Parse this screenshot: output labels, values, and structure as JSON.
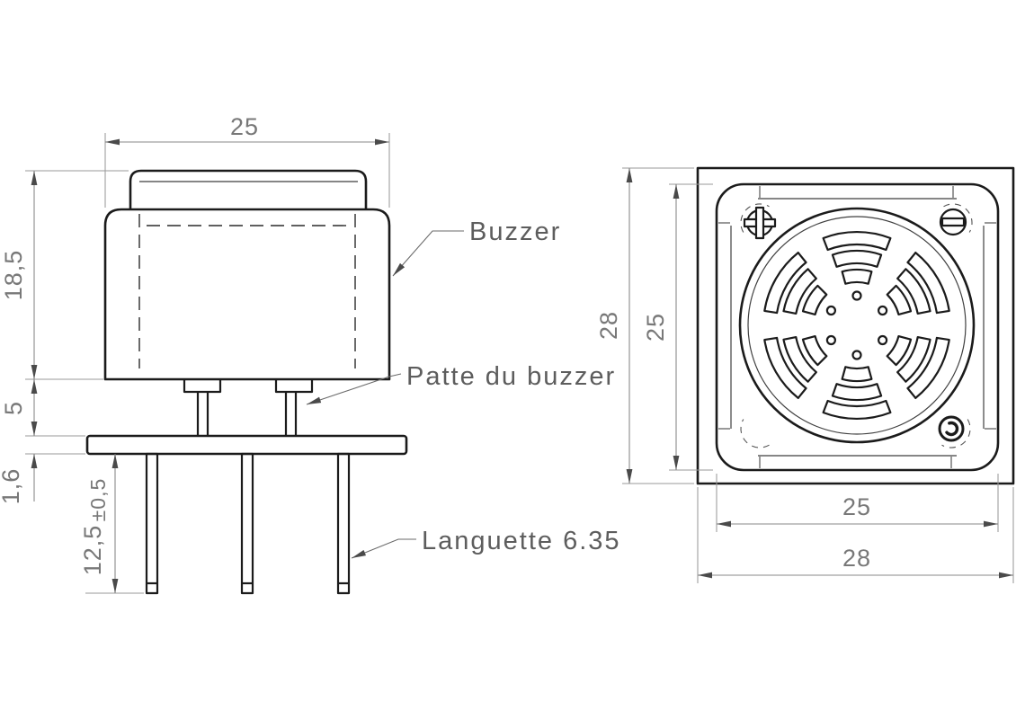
{
  "drawing": {
    "title": "Buzzer technical drawing, side view and front view",
    "background_color": "#ffffff",
    "outline_color": "#1b1b1b",
    "dimension_color": "#8a8a8a",
    "label_color": "#5d5d5d",
    "side_view": {
      "dimensions": {
        "body_width": "25",
        "body_height": "18,5",
        "leg_height": "5",
        "pcb_thickness": "1,6",
        "tab_length": "12,5",
        "tab_tolerance": "±0,5"
      },
      "labels": {
        "buzzer": "Buzzer",
        "buzzer_leg": "Patte du buzzer",
        "tab": "Languette 6.35"
      }
    },
    "front_view": {
      "dimensions": {
        "outer_height": "28",
        "inner_height": "25",
        "inner_width": "25",
        "outer_width": "28"
      },
      "icons": {
        "top_left": "phillips-screw-icon",
        "top_right": "slotted-screw-icon",
        "bottom_right": "clip-icon",
        "center": "speaker-grille-icon"
      }
    }
  }
}
